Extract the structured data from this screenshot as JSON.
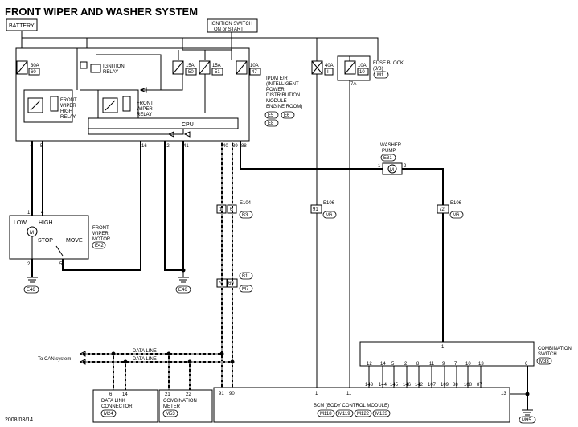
{
  "title": "FRONT WIPER AND WASHER SYSTEM",
  "date": "2008/03/14",
  "sources": {
    "battery": "BATTERY",
    "ignition_line1": "IGNITION SWITCH",
    "ignition_line2": "ON or START"
  },
  "ipdm": {
    "fuse1_amp": "30A",
    "fuse1_no": "60",
    "ign_relay_line1": "IGNITION",
    "ign_relay_line2": "RELAY",
    "fuse2_amp": "15A",
    "fuse2_no": "50",
    "fuse3_amp": "15A",
    "fuse3_no": "51",
    "fuse4_amp": "10A",
    "fuse4_no": "47",
    "high_relay": [
      "FRONT",
      "WIPER",
      "HIGH",
      "RELAY"
    ],
    "wiper_relay": [
      "FRONT",
      "WIPER",
      "RELAY"
    ],
    "cpu": "CPU",
    "label": [
      "IPDM E/R",
      "(INTELLIGENT",
      "POWER",
      "DISTRIBUTION",
      "MODULE",
      "ENGINE ROOM)"
    ],
    "connectors": [
      "E5",
      "E6",
      "E8"
    ],
    "pins": [
      "4",
      "5",
      "16",
      "12",
      "41",
      "40",
      "39",
      "88"
    ]
  },
  "fuse_block": {
    "fuse_a_amp": "40A",
    "fuse_a_no": "I",
    "fuse_b_amp": "10A",
    "fuse_b_no": "10",
    "label_line1": "FUSE BLOCK",
    "label_line2": "(J/B)",
    "connector": "M1",
    "pin": "7A"
  },
  "washer": {
    "label_line1": "WASHER",
    "label_line2": "PUMP",
    "connector": "E31",
    "pin1": "1",
    "pin2": "2",
    "motor": "M"
  },
  "motor": {
    "low": "LOW",
    "high": "HIGH",
    "stop": "STOP",
    "move": "MOVE",
    "label": [
      "FRONT",
      "WIPER",
      "MOTOR"
    ],
    "connector": "E42",
    "pins": [
      "1",
      "4",
      "2",
      "5"
    ],
    "m": "M"
  },
  "grounds": [
    "E46",
    "E46",
    "M95"
  ],
  "connectors": {
    "e104_label": "E104",
    "e104_pins": [
      "1",
      "6"
    ],
    "b3": "B3",
    "b1": "B1",
    "m7_pins": [
      "70",
      "69"
    ],
    "m7": "M7",
    "e106a_label": "E106",
    "e106a_pin": "91",
    "m6a": "M6",
    "e106b_label": "E106",
    "e106b_pin": "72",
    "m6b": "M6"
  },
  "data_lines": {
    "line1": "DATA LINE",
    "line2": "DATA LINE",
    "to_can": "To CAN system"
  },
  "dlc": {
    "pins": [
      "6",
      "14"
    ],
    "label_line1": "DATA LINK",
    "label_line2": "CONNECTOR",
    "connector": "M24"
  },
  "meter": {
    "pins": [
      "21",
      "22"
    ],
    "label_line1": "COMBINATION",
    "label_line2": "METER",
    "connector": "M53"
  },
  "bcm": {
    "label": "BCM (BODY CONTROL MODULE)",
    "pins_top": [
      "91",
      "90",
      "1",
      "11",
      "13"
    ],
    "connectors": [
      "M118",
      "M119",
      "M122",
      "M123"
    ]
  },
  "combo_switch": {
    "label_line1": "COMBINATION",
    "label_line2": "SWITCH",
    "connector": "M33",
    "pin_top": "1",
    "upper_pins": [
      "12",
      "14",
      "5",
      "2",
      "8",
      "11",
      "9",
      "7",
      "10",
      "13",
      "6"
    ],
    "lower_pins": [
      "143",
      "144",
      "145",
      "146",
      "142",
      "107",
      "109",
      "88",
      "108",
      "87"
    ]
  }
}
